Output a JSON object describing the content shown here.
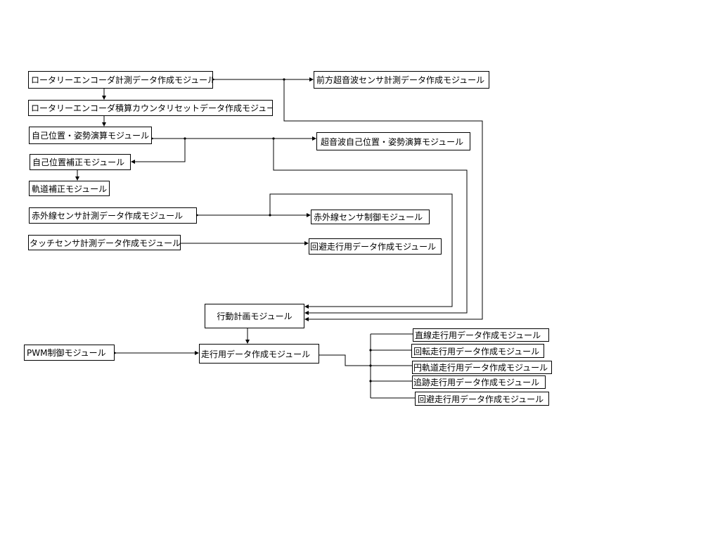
{
  "modules": {
    "rotary_measure": "ロータリーエンコーダ計測データ作成モジュール",
    "rotary_reset": "ロータリーエンコーダ積算カウンタリセットデータ作成モジュール",
    "self_pose": "自己位置・姿勢演算モジュール",
    "self_correct": "自己位置補正モジュール",
    "track_correct": "軌道補正モジュール",
    "ir_measure": "赤外線センサ計測データ作成モジュール",
    "touch_measure": "タッチセンサ計測データ作成モジュール",
    "front_ultrasonic": "前方超音波センサ計測データ作成モジュール",
    "ultrasonic_pose": "超音波自己位置・姿勢演算モジュール",
    "ir_control": "赤外線センサ制御モジュール",
    "avoid_upper": "回避走行用データ作成モジュール",
    "action_plan": "行動計画モジュール",
    "pwm": "PWM制御モジュール",
    "drive_data": "走行用データ作成モジュール",
    "straight": "直線走行用データ作成モジュール",
    "rotate": "回転走行用データ作成モジュール",
    "circle": "円軌道走行用データ作成モジュール",
    "follow": "追跡走行用データ作成モジュール",
    "avoid_lower": "回避走行用データ作成モジュール"
  }
}
